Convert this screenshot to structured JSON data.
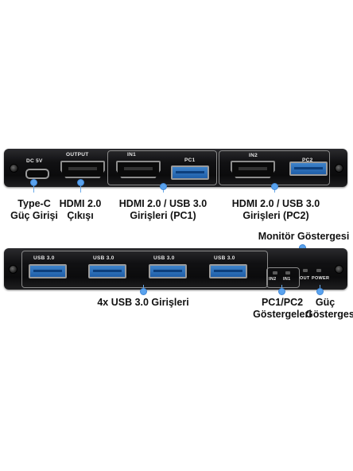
{
  "top_panel": {
    "port_labels": {
      "dc5v": "DC 5V",
      "output": "OUTPUT",
      "in1": "IN1",
      "pc1": "PC1",
      "in2": "IN2",
      "pc2": "PC2"
    }
  },
  "bottom_panel": {
    "port_labels": {
      "usb1": "USB 3.0",
      "usb2": "USB 3.0",
      "usb3": "USB 3.0",
      "usb4": "USB 3.0",
      "in2": "IN2",
      "in1": "IN1",
      "out": "OUT",
      "power": "POWER"
    }
  },
  "callouts": {
    "typec": "Type-C\nGüç Girişi",
    "hdmi_out": "HDMI 2.0\nÇıkışı",
    "pc1": "HDMI 2.0 / USB 3.0\nGirişleri (PC1)",
    "pc2": "HDMI 2.0 / USB 3.0\nGirişleri (PC2)",
    "monitor": "Monitör Göstergesi",
    "usb_inputs": "4x USB 3.0 Girişleri",
    "pc_indicators": "PC1/PC2\nGöstergeleri",
    "power": "Güç\nGöstergesi"
  },
  "colors": {
    "accent": "#5aa3ee",
    "device": "#111113",
    "usb_blue": "#2a6fbf"
  }
}
